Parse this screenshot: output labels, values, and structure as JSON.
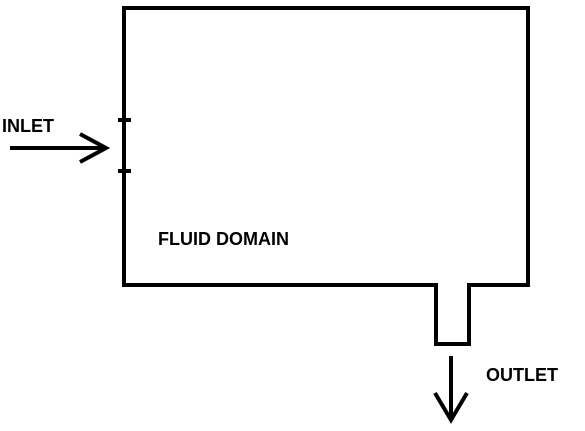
{
  "labels": {
    "inlet": "INLET",
    "fluid_domain": "FLUID DOMAIN",
    "outlet": "OUTLET"
  },
  "colors": {
    "stroke": "#000000",
    "background": "#ffffff"
  }
}
